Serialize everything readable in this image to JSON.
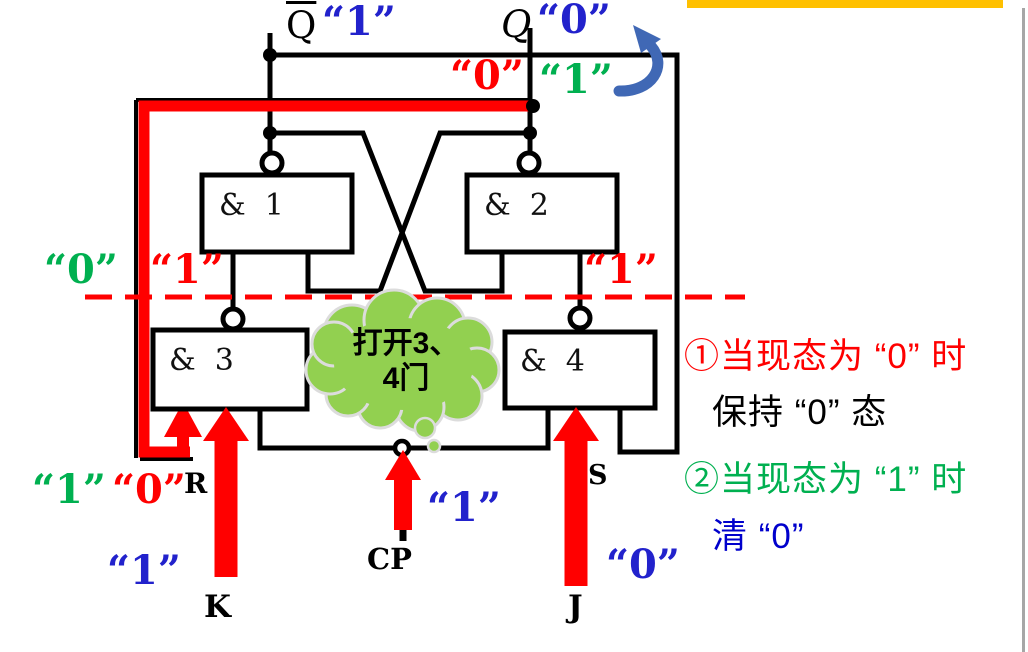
{
  "colors": {
    "red": "#FF0000",
    "green": "#00B050",
    "blue": "#2222CC",
    "deepblue": "#0000CC",
    "cloud": "#92D050",
    "cloudline": "#DCDCDC",
    "gold": "#FFC000",
    "arrowblue": "#4068B5"
  },
  "top": {
    "qbar_label": "Q",
    "qbar_value": "“1”",
    "q_label": "Q",
    "q_value": "“0”",
    "q_old_value": "“0”",
    "q_new_value": "“1”"
  },
  "gates": {
    "g1": "&  1",
    "g2": "&  2",
    "g3": "&  3",
    "g4": "&  4"
  },
  "mid": {
    "left_outer_value": "“0”",
    "left_inner_value": "“1”",
    "right_inner_value": "“1”"
  },
  "cloud": {
    "line1": "打开3、",
    "line2": "4门"
  },
  "bottom": {
    "r_old_value": "“1”",
    "r_new_value": "“0”",
    "r_label": "R",
    "k_value": "“1”",
    "k_label": "K",
    "cp_value": "“1”",
    "cp_label": "CP",
    "s_label": "S",
    "j_value": "“0”",
    "j_label": "J"
  },
  "notes": {
    "line1": "①当现态为 “0” 时",
    "line2": "保持 “0” 态",
    "line3": "②当现态为 “1” 时",
    "line4": "清 “0”"
  }
}
